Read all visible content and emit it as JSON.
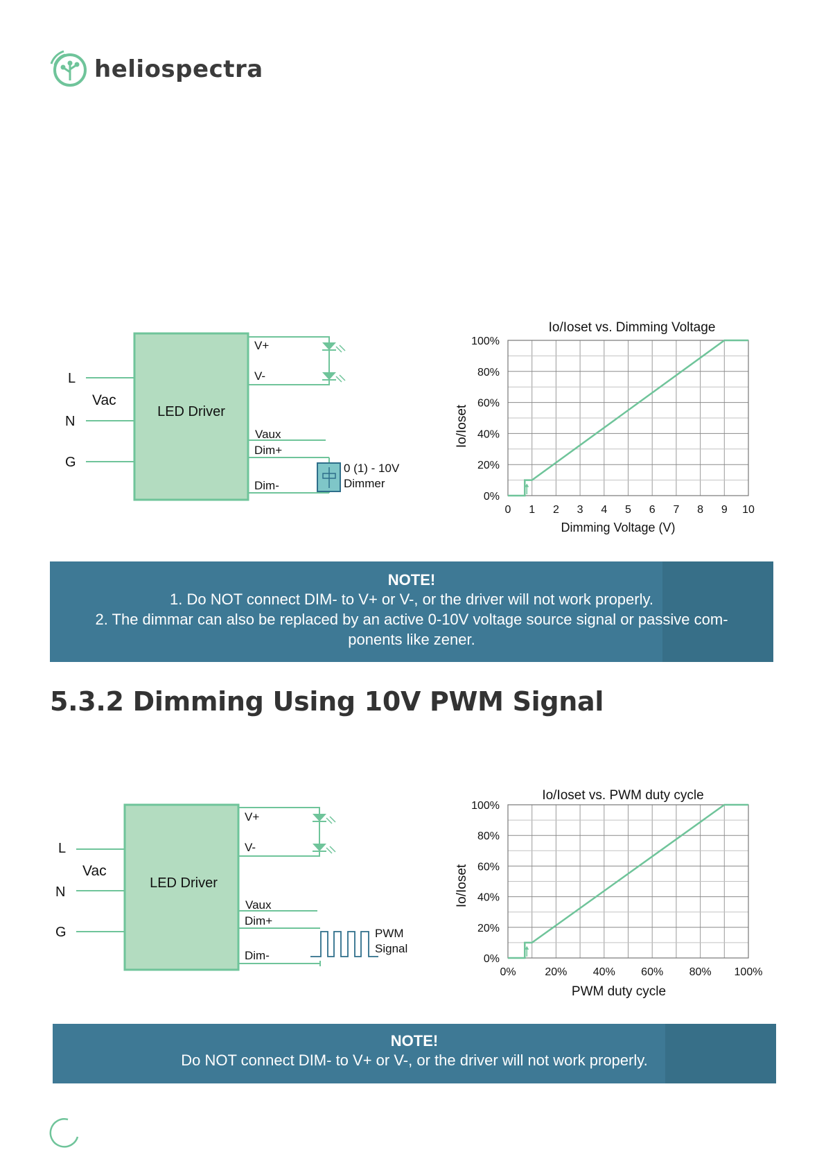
{
  "logo": {
    "brand": "heliospectra",
    "icon": "plant-circuit-logo-icon"
  },
  "colors": {
    "accent": "#6fc49a",
    "driver_fill": "#b3dcc0",
    "note_bg": "#3e7995",
    "grid": "#999999"
  },
  "diagram1": {
    "labels": {
      "L": "L",
      "N": "N",
      "G": "G",
      "vac": "Vac",
      "driver": "LED Driver",
      "vplus": "V+",
      "vminus": "V-",
      "vaux": "Vaux",
      "dimplus": "Dim+",
      "dimminus": "Dim-",
      "source_line1": "0 (1) - 10V",
      "source_line2": "Dimmer"
    }
  },
  "chart1": {
    "chart_data": {
      "type": "line",
      "title": "Io/Ioset vs. Dimming Voltage",
      "xlabel": "Dimming Voltage (V)",
      "ylabel": "Io/Ioset",
      "x_ticks": [
        "0",
        "1",
        "2",
        "3",
        "4",
        "5",
        "6",
        "7",
        "8",
        "9",
        "10"
      ],
      "y_ticks": [
        "0%",
        "20%",
        "40%",
        "60%",
        "80%",
        "100%"
      ],
      "xlim": [
        0,
        10
      ],
      "ylim": [
        0,
        100
      ],
      "grid": true,
      "series": [
        {
          "x": [
            0,
            0.7,
            0.7,
            1,
            1,
            9,
            10
          ],
          "y": [
            0,
            0,
            10,
            10,
            10,
            100,
            100
          ]
        }
      ]
    }
  },
  "note1": {
    "title": "NOTE!",
    "lines": [
      "1.   Do NOT connect DIM- to V+ or V-, or the driver will not work properly.",
      "2.   The dimmar can also be replaced by an active 0-10V voltage source signal or passive com-",
      "ponents like zener."
    ]
  },
  "section_heading": "5.3.2 Dimming Using 10V PWM Signal",
  "diagram2": {
    "labels": {
      "L": "L",
      "N": "N",
      "G": "G",
      "vac": "Vac",
      "driver": "LED Driver",
      "vplus": "V+",
      "vminus": "V-",
      "vaux": "Vaux",
      "dimplus": "Dim+",
      "dimminus": "Dim-",
      "source_line1": "PWM",
      "source_line2": "Signal"
    }
  },
  "chart2": {
    "chart_data": {
      "type": "line",
      "title": "Io/Ioset vs. PWM duty cycle",
      "xlabel": "PWM duty cycle",
      "ylabel": "Io/Ioset",
      "x_ticks": [
        "0%",
        "20%",
        "40%",
        "60%",
        "80%",
        "100%"
      ],
      "y_ticks": [
        "0%",
        "20%",
        "40%",
        "60%",
        "80%",
        "100%"
      ],
      "xlim": [
        0,
        100
      ],
      "ylim": [
        0,
        100
      ],
      "grid": true,
      "series": [
        {
          "x": [
            0,
            7,
            7,
            10,
            10,
            90,
            100
          ],
          "y": [
            0,
            0,
            10,
            10,
            10,
            100,
            100
          ]
        }
      ]
    }
  },
  "note2": {
    "title": "NOTE!",
    "lines": [
      "Do NOT connect DIM- to V+ or V-, or the driver will not work properly."
    ]
  }
}
